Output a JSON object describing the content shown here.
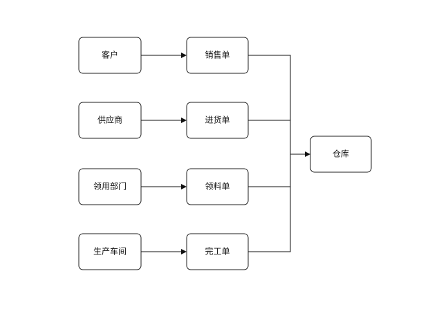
{
  "nodes": {
    "customer": "客户",
    "supplier": "供应商",
    "using_dept": "领用部门",
    "workshop": "生产车间",
    "sales_order": "销售单",
    "purchase_order": "进货单",
    "requisition_order": "领料单",
    "completion_order": "完工单",
    "warehouse": "仓库"
  },
  "edges": [
    {
      "from": "客户",
      "to": "销售单"
    },
    {
      "from": "供应商",
      "to": "进货单"
    },
    {
      "from": "领用部门",
      "to": "领料单"
    },
    {
      "from": "生产车间",
      "to": "完工单"
    },
    {
      "from": "销售单",
      "to": "仓库"
    },
    {
      "from": "进货单",
      "to": "仓库"
    },
    {
      "from": "领料单",
      "to": "仓库"
    },
    {
      "from": "完工单",
      "to": "仓库"
    }
  ],
  "colors": {
    "stroke": "#1f1f1f",
    "text": "#111111",
    "background": "#ffffff"
  }
}
